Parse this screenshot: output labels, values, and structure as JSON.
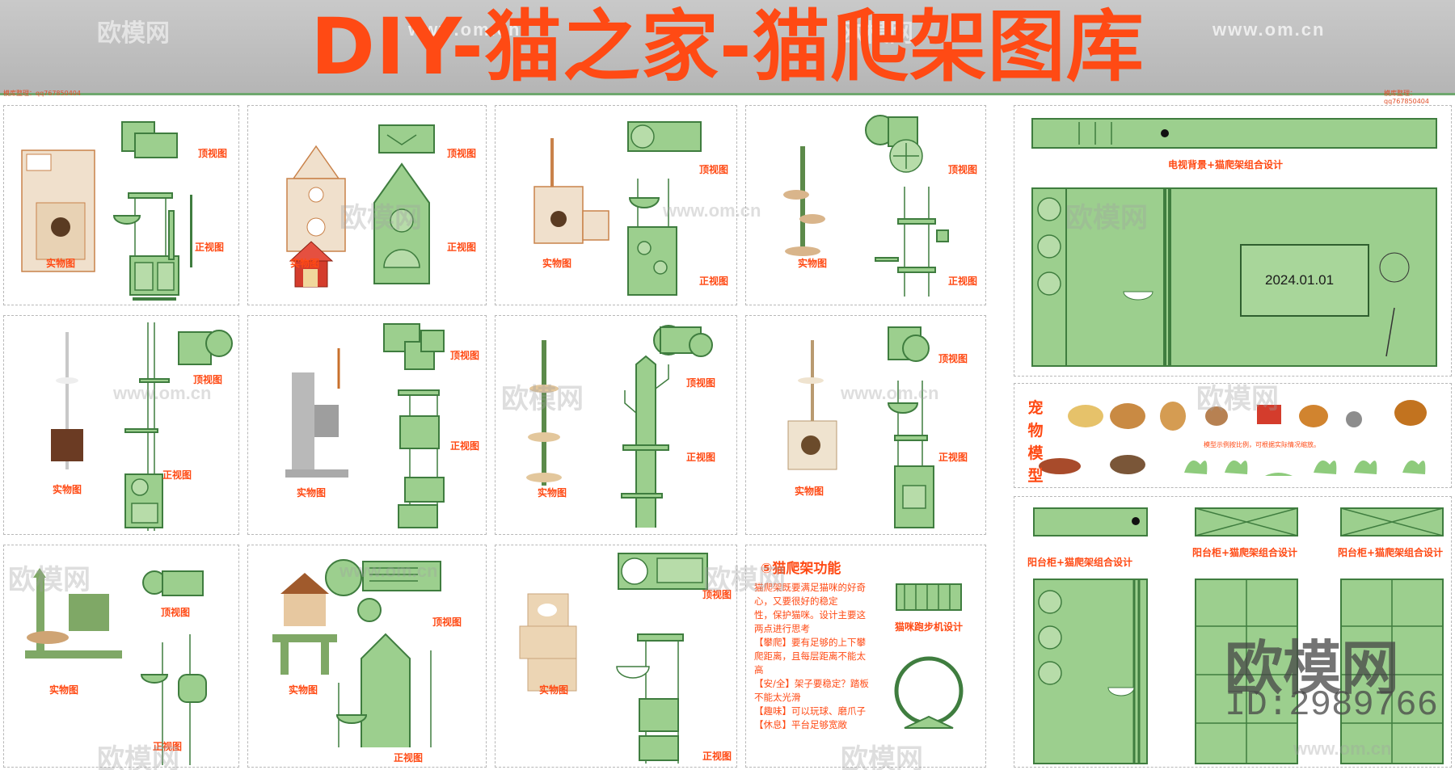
{
  "banner": {
    "title": "DIY-猫之家-猫爬架图库",
    "watermark_left": "欧模网",
    "watermark_right": "www.om.cn",
    "tiny_left": "模库整理：qq767850404",
    "tiny_right": "模库整理：qq767850404"
  },
  "labels": {
    "top_view": "顶视图",
    "front_view": "正视图",
    "photo": "实物图"
  },
  "right": {
    "tv_title": "电视背景+猫爬架组合设计",
    "tv_date": "2024.01.01",
    "pet_label": "宠物模型",
    "pet_note": "模型示例按比例，可根据实际情况缩放。",
    "balcony1": "阳台柜+猫爬架组合设计",
    "balcony2": "阳台柜+猫爬架组合设计",
    "balcony3": "阳台柜+猫爬架组合设计"
  },
  "function_panel": {
    "heading": "⑤猫爬架功能",
    "lines": [
      "猫爬架既要满足猫咪的好奇",
      "心，又要很好的稳定",
      "性，保护猫咪。设计主要这",
      "两点进行思考",
      "【攀爬】要有足够的上下攀",
      "爬距离，且每层距离不能太",
      "高",
      "【安/全】架子要稳定？踏板",
      "不能太光滑",
      "【趣味】可以玩球、磨爪子",
      "【休息】平台足够宽敞"
    ],
    "wheel_title": "猫咪跑步机设计"
  },
  "watermarks": {
    "brand": "欧模网",
    "url": "www.om.cn",
    "big_brand": "欧模网",
    "big_id": "ID:2989766"
  },
  "colors": {
    "title": "#ff4a14",
    "drawing_fill": "#9ccf8e",
    "drawing_stroke": "#3f7d3f"
  }
}
